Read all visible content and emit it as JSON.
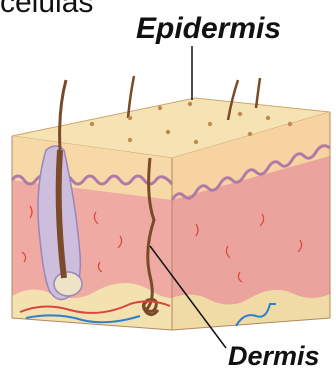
{
  "labels": {
    "partial_top": "células",
    "epidermis": "Epidermis",
    "dermis": "Dermis"
  },
  "colors": {
    "surface_top": "#f6e3b4",
    "epidermis_layer": "#f7d9a8",
    "dermis": "#efaaa4",
    "dermis_side": "#eba39e",
    "hypodermis": "#f3e1b0",
    "follicle": "#ccbedc",
    "hair": "#7a4a2a",
    "vessel_red": "#d8453a",
    "vessel_blue": "#2a7fd0",
    "leader_line": "#111111"
  }
}
